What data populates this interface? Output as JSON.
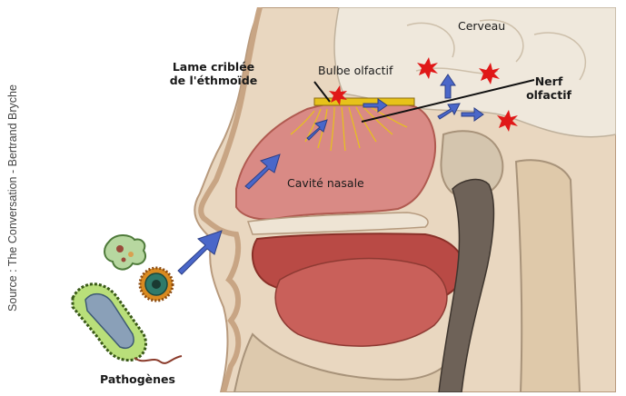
{
  "source_credit": "Source : The Conversation - Bertrand Bryche",
  "labels": {
    "lame_criblee_line1": "Lame criblée",
    "lame_criblee_line2": "de l'éthmoïde",
    "bulbe": "Bulbe olfactif",
    "cerveau": "Cerveau",
    "nerf_line1": "Nerf",
    "nerf_line2": "olfactif",
    "cavite": "Cavité nasale",
    "pathogenes": "Pathogènes"
  },
  "colors": {
    "arrow": "#4a67c9",
    "star": "#e01818",
    "nerve": "#e7c21a",
    "tissue": "#c96a5f",
    "bone": "#e6d8c2"
  }
}
